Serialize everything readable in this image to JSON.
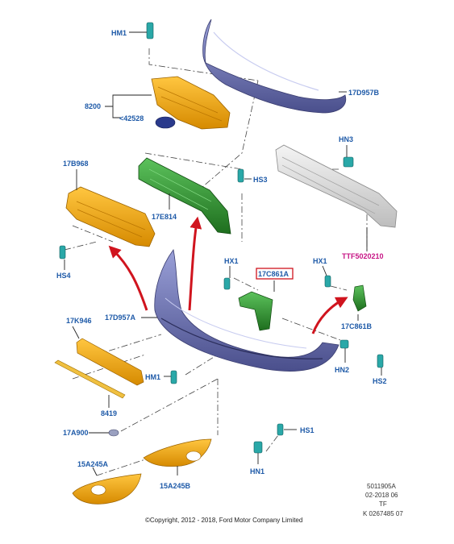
{
  "labels": {
    "hm1_top": "HM1",
    "p8200": "8200",
    "p42528": "<42528",
    "p17d957b": "17D957B",
    "p17b968": "17B968",
    "p17e814": "17E814",
    "hs3": "HS3",
    "hn3": "HN3",
    "ttf": "TTF5020210",
    "hs4": "HS4",
    "hx1_left": "HX1",
    "p17c861a": "17C861A",
    "hx1_right": "HX1",
    "p17k946": "17K946",
    "p17d957a": "17D957A",
    "p17c861b": "17C861B",
    "hn2": "HN2",
    "hs2": "HS2",
    "hm1_bottom": "HM1",
    "p8419": "8419",
    "p17a900": "17A900",
    "hs1": "HS1",
    "hn1": "HN1",
    "p15a245a": "15A245A",
    "p15a245b": "15A245B"
  },
  "meta": {
    "line1": "5011905A",
    "line2": "02-2018 06",
    "line3": "TF",
    "line4": "K 0267485 07"
  },
  "copyright": "©Copyright, 2012 - 2018, Ford Motor Company Limited",
  "colors": {
    "label_blue": "#1e5aa8",
    "label_magenta": "#c71585",
    "highlight_red": "#d0141e",
    "orange_part": "#f0a500",
    "green_part": "#2e8b2e",
    "bumper_blue": "#6c6fa8",
    "fastener_teal": "#2aa8a8"
  }
}
